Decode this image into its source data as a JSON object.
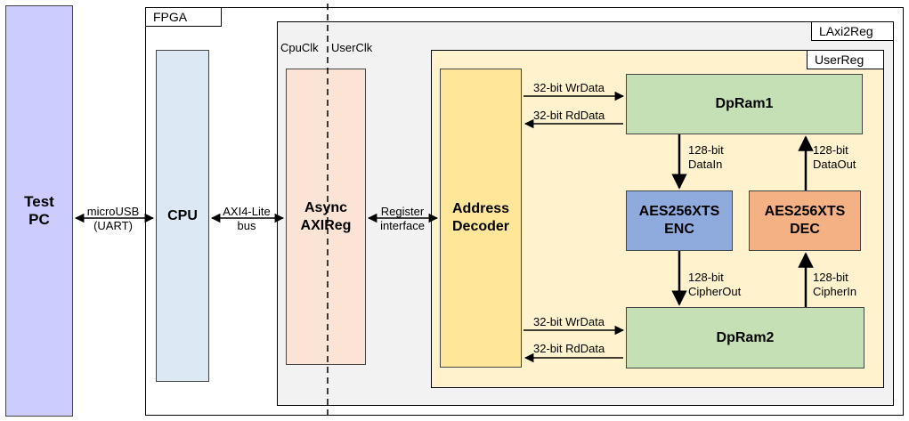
{
  "test_pc": "Test\nPC",
  "fpga": "FPGA",
  "laxi2reg": "LAxi2Reg",
  "userreg": "UserReg",
  "cpu": "CPU",
  "cpuclk": "CpuClk",
  "userclk": "UserClk",
  "async_axireg": "Async\nAXIReg",
  "address_decoder": "Address\nDecoder",
  "dpram1": "DpRam1",
  "dpram2": "DpRam2",
  "aes_enc": "AES256XTS\nENC",
  "aes_dec": "AES256XTS\nDEC",
  "microusb": "microUSB\n(UART)",
  "axi4lite": "AXI4-Lite\nbus",
  "register_if": "Register\ninterface",
  "wrdata1": "32-bit WrData",
  "rddata1": "32-bit RdData",
  "wrdata2": "32-bit WrData",
  "rddata2": "32-bit RdData",
  "datain": "128-bit\nDataIn",
  "dataout": "128-bit\nDataOut",
  "cipherout": "128-bit\nCipherOut",
  "cipherin": "128-bit\nCipherIn",
  "colors": {
    "test_pc": "#ccccff",
    "cpu": "#dce9f5",
    "async": "#fbe4d6",
    "laxi_bg": "#f2f2f2",
    "userreg_bg": "#fff2cc",
    "decoder": "#ffe699",
    "dpram": "#c5e0b4",
    "enc": "#8faadc",
    "dec": "#f4b183"
  }
}
